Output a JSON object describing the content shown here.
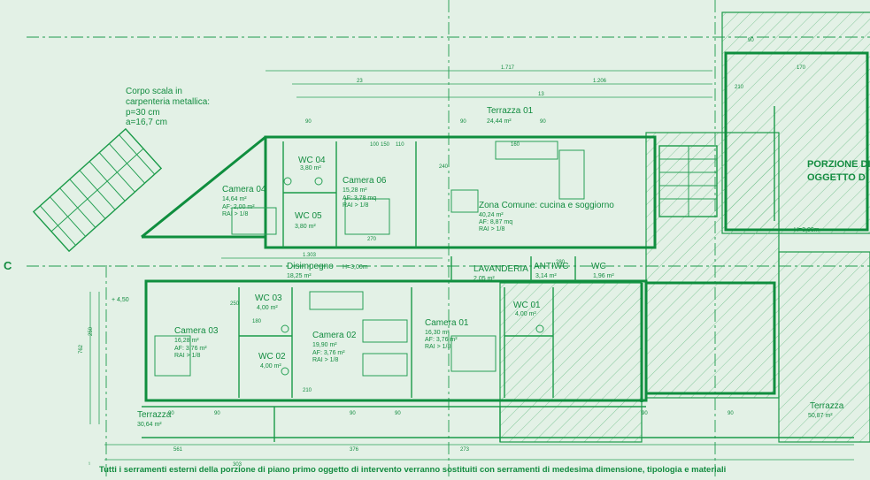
{
  "rooms": {
    "camera04": {
      "name": "Camera 04",
      "area": "14,64 m²",
      "af": "AF: 2,00 m²",
      "rai": "RAI > 1/8"
    },
    "wc04": {
      "name": "WC 04",
      "area": "3,80 m²"
    },
    "camera06": {
      "name": "Camera 06",
      "area": "15,28 m²",
      "af": "AF: 3,78 mq",
      "rai": "RAI > 1/8"
    },
    "wc05": {
      "name": "WC 05",
      "area": "3,80 m²"
    },
    "zona_comune": {
      "name": "Zona Comune: cucina e soggiorno",
      "area": "40,24 m²",
      "af": "AF: 8,87 mq",
      "rai": "RAI > 1/8"
    },
    "terrazza01": {
      "name": "Terrazza 01",
      "area": "24,44 m²"
    },
    "disimpegno": {
      "name": "Disimpegno",
      "height": "H=3,00m",
      "area": "18,25 m²"
    },
    "lavanderia": {
      "name": "LAVANDERIA",
      "area": "2,05 m²"
    },
    "antiwc": {
      "name": "ANTIWC",
      "area": "3,14 m²"
    },
    "wc_small": {
      "name": "WC",
      "area": "1,96 m²"
    },
    "wc03": {
      "name": "WC 03",
      "area": "4,00 m²"
    },
    "camera03": {
      "name": "Camera 03",
      "area": "16,28 m²",
      "af": "AF: 3,76 m²",
      "rai": "RAI > 1/8"
    },
    "wc02": {
      "name": "WC 02",
      "area": "4,00 m²"
    },
    "camera02": {
      "name": "Camera 02",
      "area": "19,90 m²",
      "af": "AF: 3,76 m²",
      "rai": "RAI > 1/8"
    },
    "camera01": {
      "name": "Camera 01",
      "area": "16,30 m²",
      "af": "AF: 3,76 m²",
      "rai": "RAI > 1/8"
    },
    "wc01": {
      "name": "WC 01",
      "area": "4,00 m²"
    },
    "terrazza_left": {
      "name": "Terrazza",
      "area": "30,64 m²"
    },
    "terrazza_right": {
      "name": "Terrazza",
      "area": "50,87 m²"
    }
  },
  "stair": {
    "line1": "Corpo scala in",
    "line2": "carpenteria metallica:",
    "line3": "p=30 cm",
    "line4": "a=16,7 cm"
  },
  "portion": {
    "line1": "PORZIONE DI E",
    "line2": "OGGETTO DI IN"
  },
  "height_right": "H=3,00m",
  "axis_label": "C",
  "dims_top": [
    "1.717",
    "1.206",
    "1.303",
    "23",
    "13"
  ],
  "dims_bottom": [
    "561",
    "303",
    "376",
    "273"
  ],
  "dims_left": [
    "762",
    "250"
  ],
  "level": "+ 4,50",
  "widths": [
    "90",
    "100",
    "110",
    "150",
    "160",
    "170",
    "180",
    "210",
    "240",
    "250",
    "270",
    "280"
  ],
  "footnote": "Tutti i serramenti esterni della porzione di piano primo oggetto di intervento verranno sostituiti con serramenti di medesima dimensione, tipologia e materiali",
  "footnote_mark": "¹"
}
